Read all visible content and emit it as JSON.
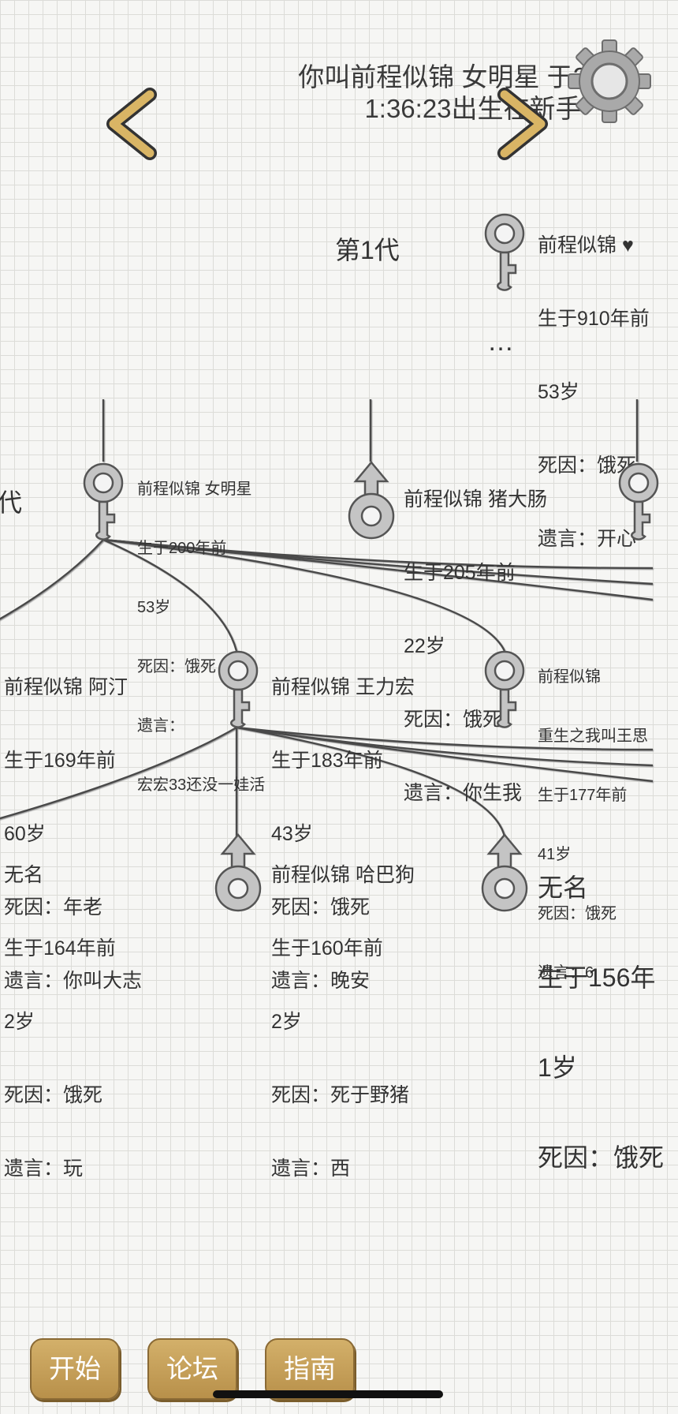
{
  "header": {
    "line1": "你叫前程似锦 女明星 于202",
    "line2": "1:36:23出生在新手"
  },
  "generation_1_label": "第1代",
  "generation_2_label_partial": "代",
  "ellipsis": "…",
  "root": {
    "lines": [
      "前程似锦 ♥",
      "生于910年前",
      "53岁",
      "死因：饿死",
      "遗言：开心"
    ]
  },
  "row2": [
    {
      "lines": [
        "前程似锦 女明星",
        "生于200年前",
        "53岁",
        "死因：饿死",
        "遗言：",
        "宏宏33还没一娃活"
      ]
    },
    {
      "lines": [
        "前程似锦 猪大肠",
        "生于205年前",
        "22岁",
        "死因：饿死",
        "遗言：你生我"
      ]
    }
  ],
  "row3": [
    {
      "lines": [
        "前程似锦 阿汀",
        "生于169年前",
        "60岁",
        "死因：年老",
        "遗言：你叫大志"
      ]
    },
    {
      "lines": [
        "前程似锦 王力宏",
        "生于183年前",
        "43岁",
        "死因：饿死",
        "遗言：晚安"
      ]
    },
    {
      "lines": [
        "前程似锦",
        "重生之我叫王思",
        "生于177年前",
        "41岁",
        "死因：饿死",
        "遗言：6"
      ]
    }
  ],
  "row4": [
    {
      "lines": [
        "无名",
        "生于164年前",
        "2岁",
        "死因：饿死",
        "遗言：玩"
      ]
    },
    {
      "lines": [
        "前程似锦 哈巴狗",
        "生于160年前",
        "2岁",
        "死因：死于野猪",
        "遗言：西"
      ]
    },
    {
      "lines": [
        "无名",
        "生于156年",
        "1岁",
        "死因：饿死"
      ]
    }
  ],
  "buttons": {
    "start": "开始",
    "forum": "论坛",
    "guide": "指南"
  },
  "icons": {
    "prev": "chevron-left-icon",
    "next": "chevron-right-icon",
    "settings": "gear-icon",
    "female": "female-symbol-icon",
    "male": "male-symbol-icon"
  },
  "colors": {
    "arrow": "#d9b565",
    "button": "#c9a35a",
    "metal": "#b8b8b8"
  }
}
